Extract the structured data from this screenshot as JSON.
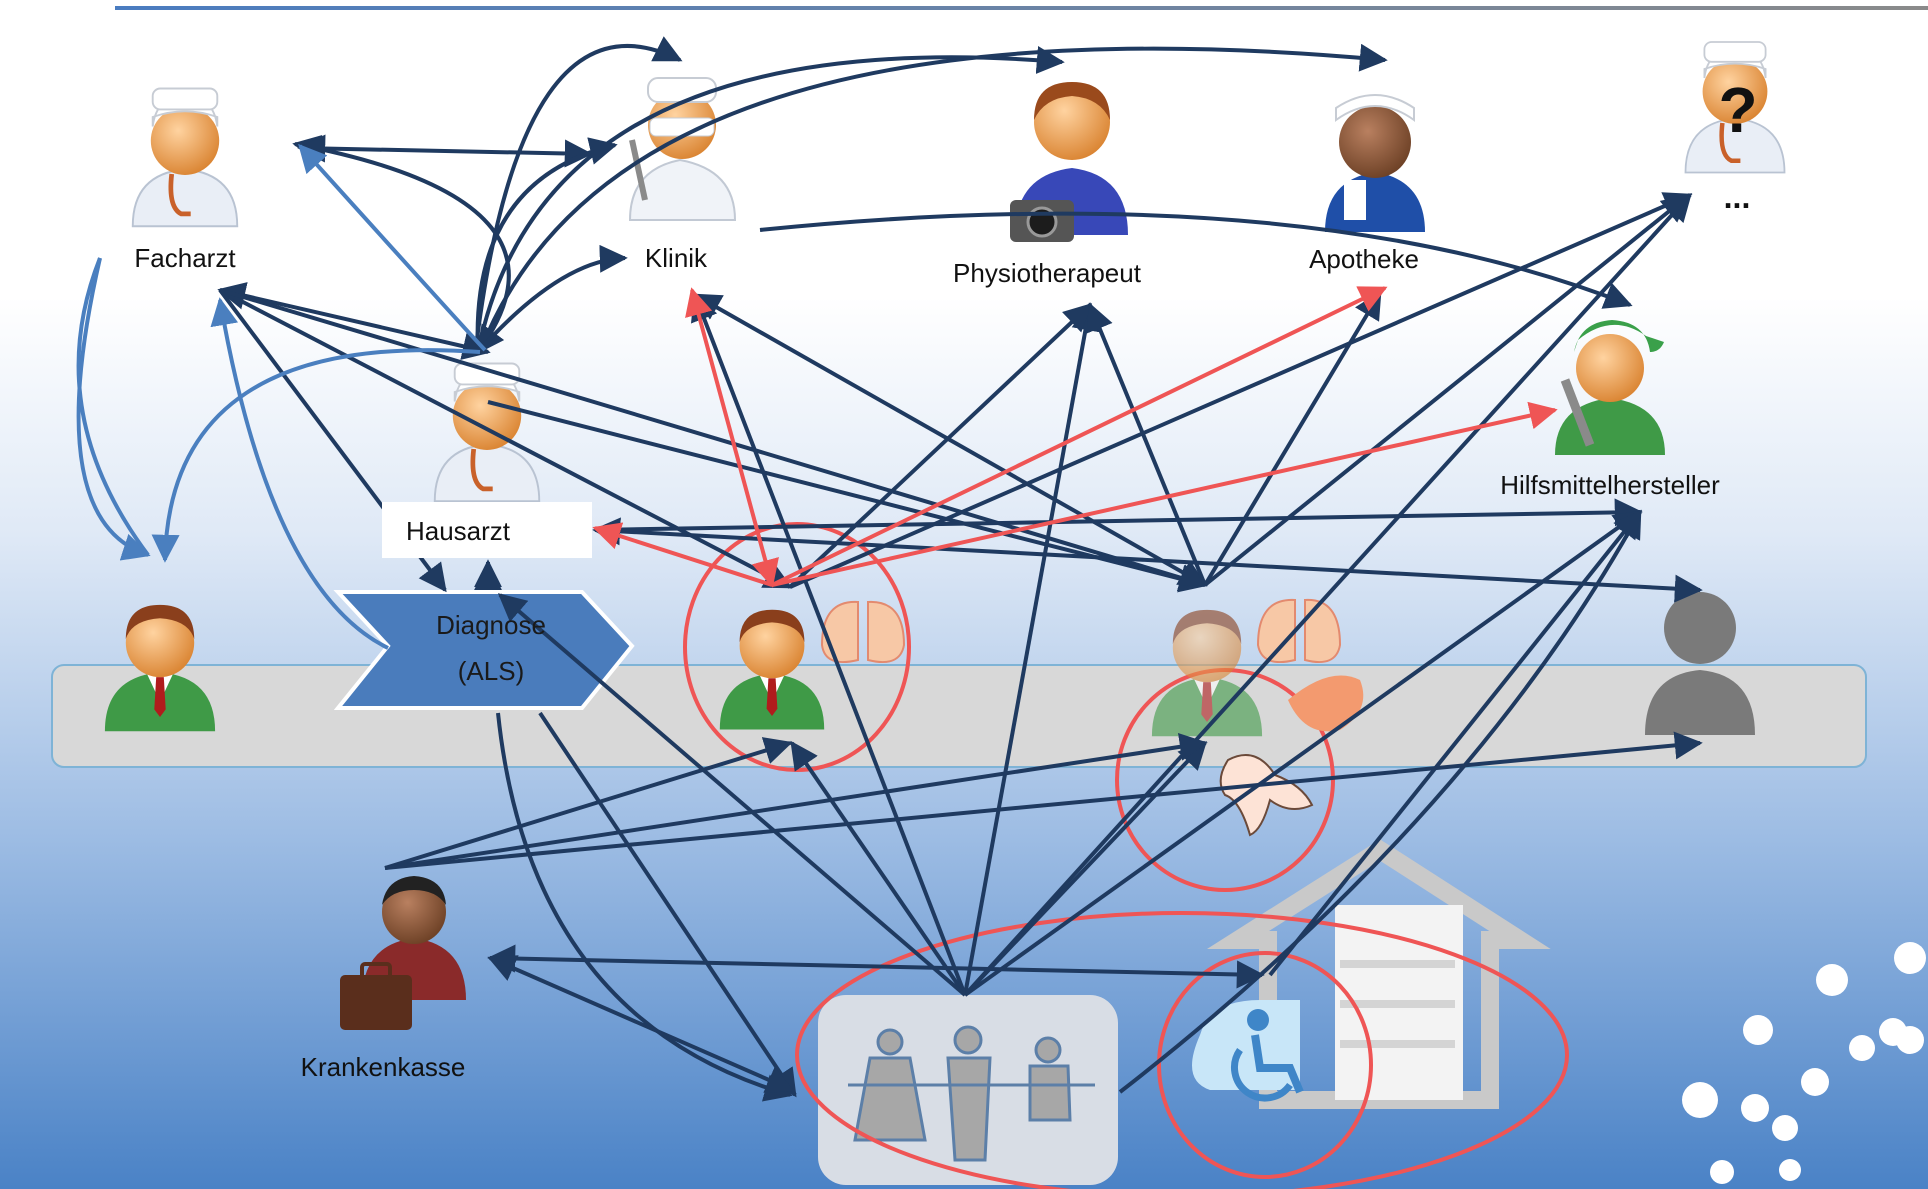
{
  "actors": {
    "facharzt": "Facharzt",
    "klinik": "Klinik",
    "physiotherapeut": "Physiotherapeut",
    "apotheke": "Apotheke",
    "unknown": "...",
    "hilfsmittel": "Hilfsmittelhersteller",
    "hausarzt": "Hausarzt",
    "krankenkasse": "Krankenkasse"
  },
  "diagnose": {
    "line1": "Diagnose",
    "line2": "(ALS)"
  },
  "colors": {
    "navy_arrow": "#1f3a60",
    "light_arrow": "#4a7fbf",
    "red": "#ef5555",
    "band": "#d8d8d8",
    "chevron": "#4a7cbc"
  },
  "icons": [
    "doctor-icon",
    "surgeon-icon",
    "physiotherapist-icon",
    "pharmacist-icon",
    "unknown-doctor-icon",
    "mechanic-icon",
    "patient-icon",
    "lungs-icon",
    "stomach-icon",
    "hand-icon",
    "briefcase-icon",
    "family-icon",
    "wheelchair-icon",
    "house-icon"
  ]
}
